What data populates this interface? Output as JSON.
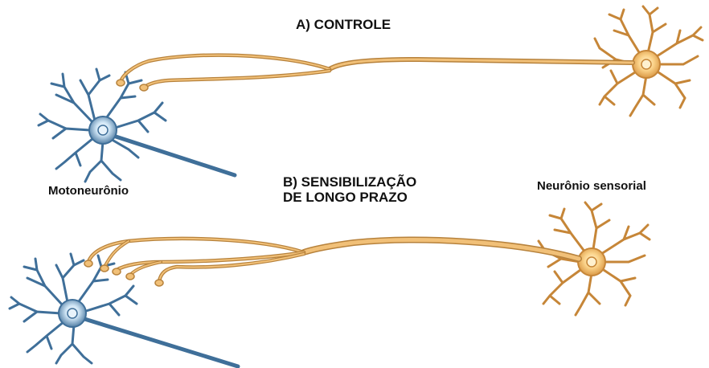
{
  "labels": {
    "panel_a_title": "A) CONTROLE",
    "panel_b_title_line1": "B) SENSIBILIZAÇÃO",
    "panel_b_title_line2": "DE LONGO PRAZO",
    "motor_neuron": "Motoneurônio",
    "sensory_neuron": "Neurônio sensorial"
  },
  "colors": {
    "motor_neuron": "#3f6f99",
    "motor_soma_light": "#d7e9f6",
    "sensory_neuron": "#d79a4a",
    "sensory_soma_light": "#fbd79a",
    "axon_outline": "#b7823c"
  },
  "panels": [
    {
      "id": "control",
      "synaptic_terminals": 2
    },
    {
      "id": "long-term-sensitization",
      "synaptic_terminals": 5
    }
  ]
}
